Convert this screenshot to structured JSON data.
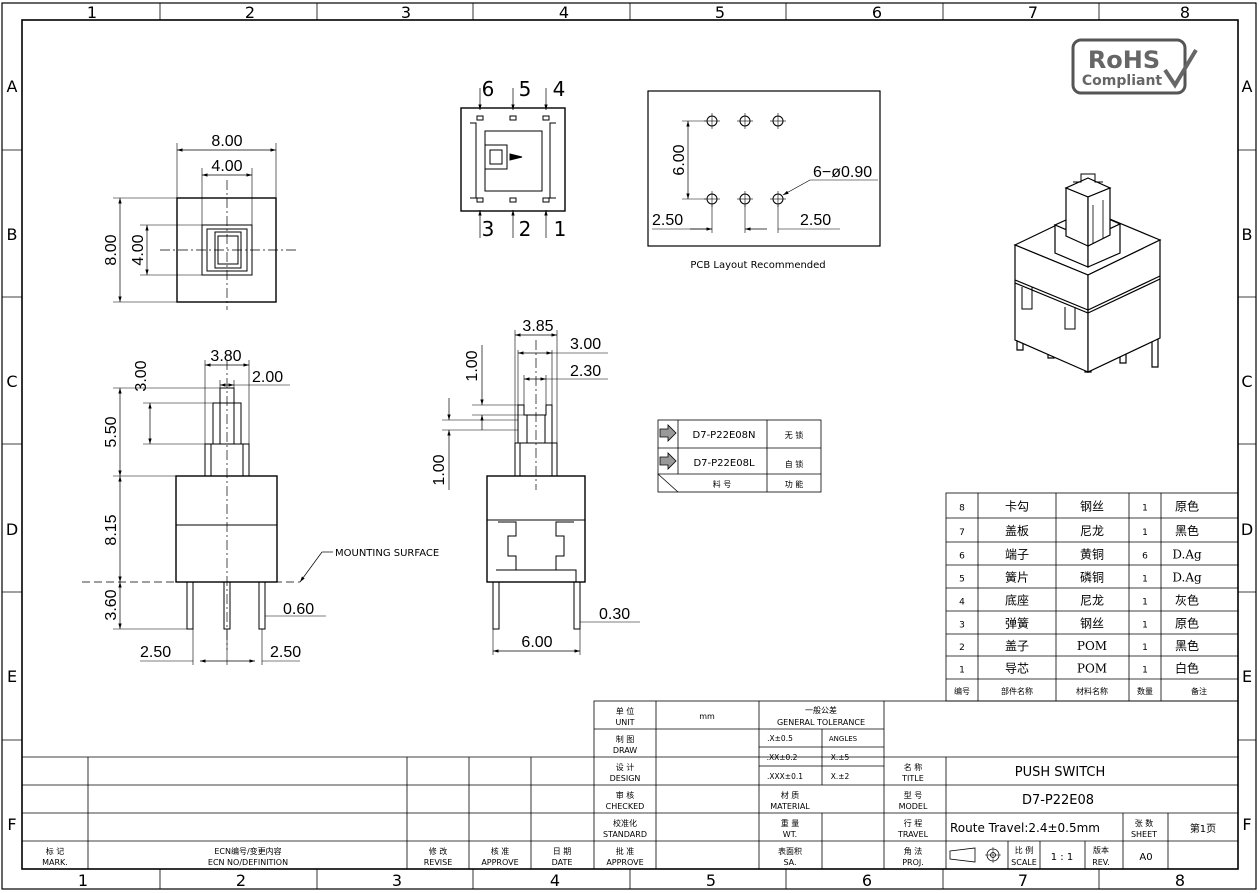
{
  "frame": {
    "columns": [
      "1",
      "2",
      "3",
      "4",
      "5",
      "6",
      "7",
      "8"
    ],
    "rows": [
      "A",
      "B",
      "C",
      "D",
      "E",
      "F"
    ]
  },
  "rohs": {
    "line1": "RoHS",
    "line2": "Compliant"
  },
  "top_view": {
    "dim_outer_w": "8.00",
    "dim_inner_w": "4.00",
    "dim_outer_h": "8.00",
    "dim_inner_h": "4.00"
  },
  "pin_view": {
    "pins_top": [
      "6",
      "5",
      "4"
    ],
    "pins_bottom": [
      "3",
      "2",
      "1"
    ]
  },
  "pcb": {
    "dim_h": "6.00",
    "hole_note": "6−ø0.90",
    "dim_left": "2.50",
    "dim_right": "2.50",
    "caption": "PCB Layout Recommended"
  },
  "front_view": {
    "dim_top_w": "3.80",
    "dim_stem_w": "2.00",
    "dim_stroke": "3.00",
    "dim_stem_h": "5.50",
    "dim_body_h": "8.15",
    "dim_pin_h": "3.60",
    "dim_pin_w": "0.60",
    "dim_pitch_l": "2.50",
    "dim_pitch_r": "2.50",
    "mounting": "MOUNTING SURFACE"
  },
  "side_view": {
    "dim_top_w": "3.85",
    "dim_w1": "3.00",
    "dim_w2": "2.30",
    "dim_h1": "1.00",
    "dim_h2": "1.00",
    "dim_pin_t": "0.30",
    "dim_base": "6.00"
  },
  "part_table": {
    "rows": [
      {
        "code": "D7-P22E08N",
        "func": "无 锁"
      },
      {
        "code": "D7-P22E08L",
        "func": "自 锁"
      }
    ],
    "footer": {
      "code": "料 号",
      "func": "功 能"
    }
  },
  "bom": {
    "rows": [
      {
        "no": "8",
        "part": "卡勾",
        "material": "钢丝",
        "qty": "1",
        "note": "原色"
      },
      {
        "no": "7",
        "part": "盖板",
        "material": "尼龙",
        "qty": "1",
        "note": "黑色"
      },
      {
        "no": "6",
        "part": "端子",
        "material": "黄铜",
        "qty": "6",
        "note": "D.Ag"
      },
      {
        "no": "5",
        "part": "簧片",
        "material": "磷铜",
        "qty": "1",
        "note": "D.Ag"
      },
      {
        "no": "4",
        "part": "底座",
        "material": "尼龙",
        "qty": "1",
        "note": "灰色"
      },
      {
        "no": "3",
        "part": "弹簧",
        "material": "钢丝",
        "qty": "1",
        "note": "原色"
      },
      {
        "no": "2",
        "part": "盖子",
        "material": "POM",
        "qty": "1",
        "note": "黑色"
      },
      {
        "no": "1",
        "part": "导芯",
        "material": "POM",
        "qty": "1",
        "note": "白色"
      }
    ],
    "header": {
      "no": "编号",
      "part": "部件名称",
      "material": "材料名称",
      "qty": "数量",
      "note": "备注"
    }
  },
  "title_block": {
    "unit_cn": "单 位",
    "unit_en": "UNIT",
    "unit_val": "mm",
    "draw_cn": "制 图",
    "draw_en": "DRAW",
    "design_cn": "设 计",
    "design_en": "DESIGN",
    "checked_cn": "审 核",
    "checked_en": "CHECKED",
    "standard_cn": "校准化",
    "standard_en": "STANDARD",
    "approve_cn": "批 准",
    "approve_en": "APPROVE",
    "tol_cn": "一般公差",
    "tol_en": "GENERAL TOLERANCE",
    "tol1": ".X±0.5",
    "tol1b": "ANGLES",
    "tol2": ".XX±0.2",
    "tol2b": "X.±5",
    "tol3": ".XXX±0.1",
    "tol3b": "X.±2",
    "material_cn": "材 质",
    "material_en": "MATERIAL",
    "wt_cn": "重 量",
    "wt_en": "WT.",
    "sa_cn": "表面积",
    "sa_en": "SA.",
    "title_cn": "名 称",
    "title_en": "TITLE",
    "title_val": "PUSH SWITCH",
    "model_cn": "型 号",
    "model_en": "MODEL",
    "model_val": "D7-P22E08",
    "travel_cn": "行 程",
    "travel_en": "TRAVEL",
    "travel_val": "Route Travel:2.4±0.5mm",
    "sheet_cn": "张 数",
    "sheet_en": "SHEET",
    "sheet_val": "第1页",
    "proj_cn": "角 法",
    "proj_en": "PROJ.",
    "scale_cn": "比 例",
    "scale_en": "SCALE",
    "scale_val": "1 : 1",
    "rev_cn": "版本",
    "rev_en": "REV.",
    "rev_val": "A0",
    "mark_cn": "标 记",
    "mark_en": "MARK.",
    "ecn_cn": "ECN编号/变更内容",
    "ecn_en": "ECN NO/DEFINITION",
    "revise_cn": "修 改",
    "revise_en": "REVISE",
    "approve2_cn": "核 准",
    "approve2_en": "APPROVE",
    "date_cn": "日 期",
    "date_en": "DATE"
  }
}
